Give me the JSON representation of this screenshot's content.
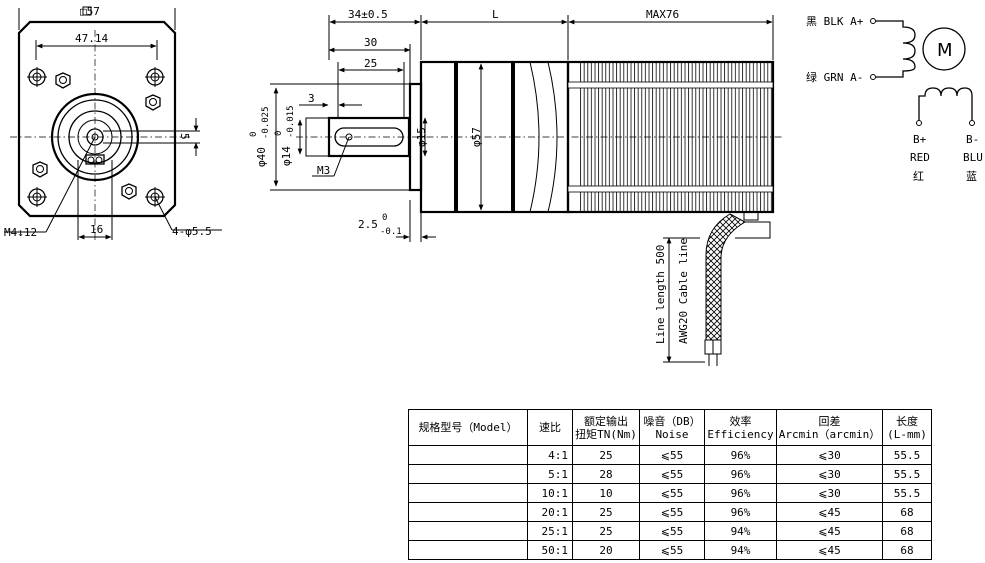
{
  "front_view": {
    "square_label": "□57",
    "width_label": "47.14",
    "key_label": "5",
    "thread_label": "M4↓12",
    "boss_label": "16",
    "holes_label": "4-φ5.5"
  },
  "side_view": {
    "flange_len_label": "34±0.5",
    "body_len_label": "L",
    "motor_len_label": "MAX76",
    "shaft_len_label": "30",
    "key_len_label": "25",
    "key_offset_label": "3",
    "pilot_dia": {
      "main": "φ40",
      "tol_top": "0",
      "tol_bottom": "-0.025"
    },
    "shaft_dia": {
      "main": "φ14",
      "tol_top": "0",
      "tol_bottom": "-0.015"
    },
    "m3_label": "M3",
    "dia15_label": "φ15",
    "dia57_label": "φ57",
    "step_label": {
      "main": "2.5",
      "tol_top": "0",
      "tol_bottom": "-0.1"
    },
    "line_length_label": "Line length 500",
    "cable_label": "AWG20 Cable line"
  },
  "wiring": {
    "blk_label": "黑 BLK A+",
    "grn_label": "绿 GRN A-",
    "motor_symbol": "M",
    "b_plus": "B+",
    "b_minus": "B-",
    "red_en": "RED",
    "blu_en": "BLU",
    "red_cn": "红",
    "blu_cn": "蓝"
  },
  "spec_table": {
    "headers": [
      [
        "规格型号（Model）"
      ],
      [
        "速比"
      ],
      [
        "额定输出",
        "扭矩TN(Nm)"
      ],
      [
        "噪音（DB）",
        "Noise"
      ],
      [
        "效率",
        "Efficiency"
      ],
      [
        "回差",
        "Arcmin（arcmin）"
      ],
      [
        "长度",
        "(L-mm)"
      ]
    ],
    "rows": [
      [
        "",
        "4:1",
        "25",
        "⩽55",
        "96%",
        "⩽30",
        "55.5"
      ],
      [
        "",
        "5:1",
        "28",
        "⩽55",
        "96%",
        "⩽30",
        "55.5"
      ],
      [
        "",
        "10:1",
        "10",
        "⩽55",
        "96%",
        "⩽30",
        "55.5"
      ],
      [
        "",
        "20:1",
        "25",
        "⩽55",
        "96%",
        "⩽45",
        "68"
      ],
      [
        "",
        "25:1",
        "25",
        "⩽55",
        "94%",
        "⩽45",
        "68"
      ],
      [
        "",
        "50:1",
        "20",
        "⩽55",
        "94%",
        "⩽45",
        "68"
      ]
    ]
  }
}
